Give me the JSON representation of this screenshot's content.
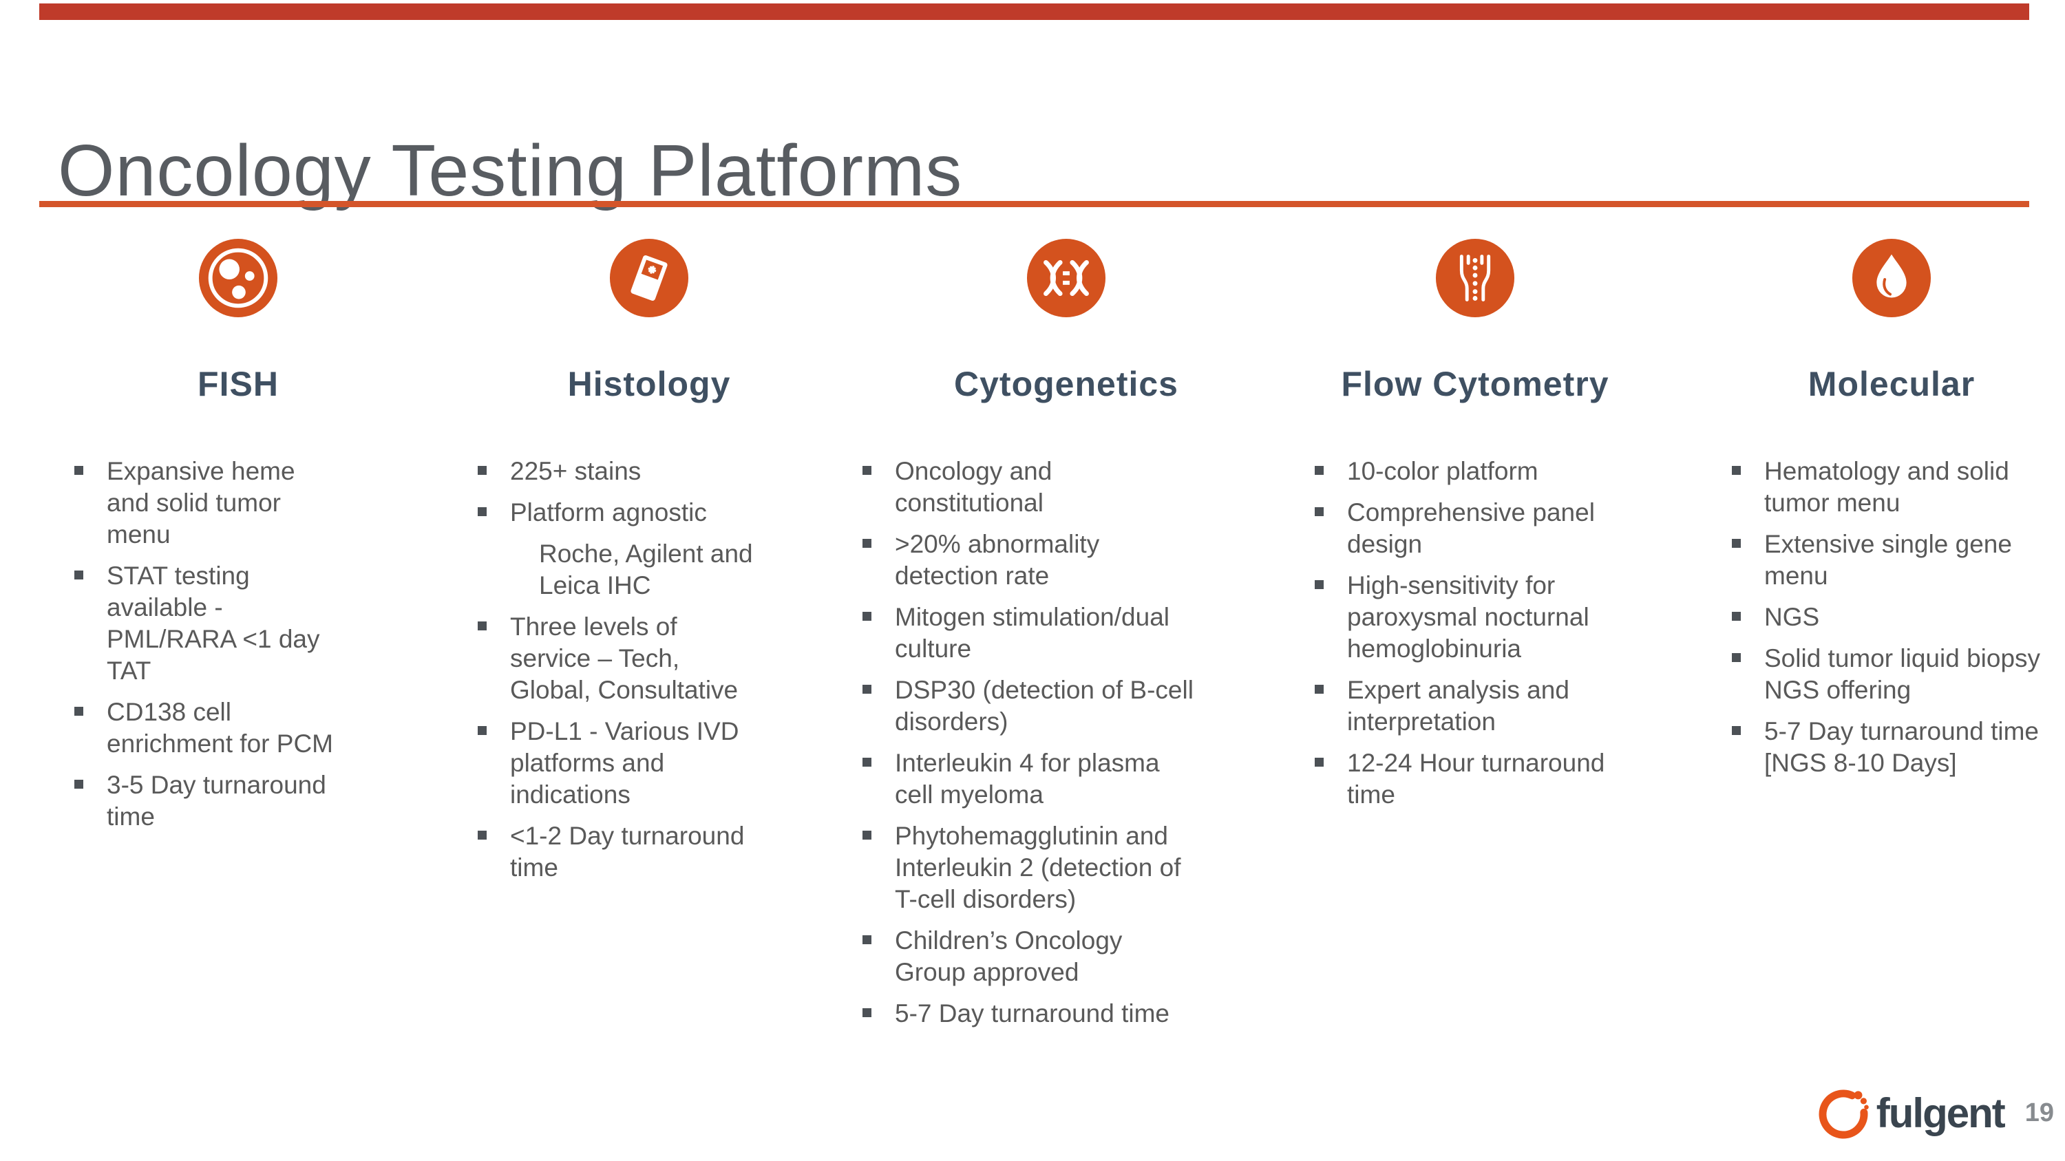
{
  "slide": {
    "title": "Oncology Testing Platforms",
    "page_number": "19",
    "logo_text": "fulgent",
    "colors": {
      "accent_orange": "#d4521e",
      "divider_orange": "#d4552a",
      "top_bar_red": "#bf3b2a",
      "heading_text": "#3f5062",
      "body_text": "#595959",
      "title_text": "#585c61",
      "logo_text": "#3a454f",
      "page_number_text": "#878b8f"
    },
    "columns": [
      {
        "id": "fish",
        "icon": "cell-culture-icon",
        "title": "FISH",
        "items": [
          {
            "style": "bullet",
            "text": "Expansive heme and solid tumor menu"
          },
          {
            "style": "bullet",
            "text": "STAT testing available - PML/RARA <1 day TAT"
          },
          {
            "style": "bullet",
            "text": "CD138 cell enrichment for PCM"
          },
          {
            "style": "bullet",
            "text": "3-5 Day turnaround time"
          }
        ]
      },
      {
        "id": "histology",
        "icon": "microscope-slide-icon",
        "title": "Histology",
        "items": [
          {
            "style": "bullet",
            "text": "225+ stains"
          },
          {
            "style": "bullet",
            "text": "Platform agnostic"
          },
          {
            "style": "sub",
            "text": "Roche, Agilent and Leica IHC"
          },
          {
            "style": "bullet",
            "text": "Three levels of service – Tech, Global, Consultative"
          },
          {
            "style": "bullet",
            "text": "PD-L1 - Various IVD platforms and indications"
          },
          {
            "style": "bullet",
            "text": "<1-2 Day turnaround time"
          }
        ]
      },
      {
        "id": "cytogenetics",
        "icon": "chromosomes-icon",
        "title": "Cytogenetics",
        "items": [
          {
            "style": "bullet",
            "text": "Oncology and constitutional"
          },
          {
            "style": "bullet",
            "text": ">20% abnormality detection rate"
          },
          {
            "style": "bullet",
            "text": "Mitogen stimulation/dual culture"
          },
          {
            "style": "bullet",
            "text": "DSP30 (detection of B-cell disorders)"
          },
          {
            "style": "bullet",
            "text": "Interleukin 4 for plasma cell myeloma"
          },
          {
            "style": "bullet",
            "text": "Phytohemagglutinin and Interleukin 2 (detection of T-cell disorders)"
          },
          {
            "style": "bullet",
            "text": "Children’s Oncology Group approved"
          },
          {
            "style": "bullet",
            "text": "5-7 Day turnaround time"
          }
        ]
      },
      {
        "id": "flow-cytometry",
        "icon": "flow-cell-icon",
        "title": "Flow Cytometry",
        "items": [
          {
            "style": "bullet",
            "text": "10-color platform"
          },
          {
            "style": "bullet",
            "text": "Comprehensive panel design"
          },
          {
            "style": "bullet",
            "text": "High-sensitivity for paroxysmal nocturnal hemoglobinuria"
          },
          {
            "style": "bullet",
            "text": "Expert analysis and interpretation"
          },
          {
            "style": "bullet",
            "text": "12-24 Hour turnaround time"
          }
        ]
      },
      {
        "id": "molecular",
        "icon": "droplet-icon",
        "title": "Molecular",
        "items": [
          {
            "style": "bullet",
            "text": "Hematology and solid tumor menu"
          },
          {
            "style": "bullet",
            "text": "Extensive single gene menu"
          },
          {
            "style": "bullet",
            "text": "NGS"
          },
          {
            "style": "bullet",
            "text": "Solid tumor liquid biopsy NGS offering"
          },
          {
            "style": "bullet",
            "text": "5-7 Day turnaround time [NGS 8-10 Days]"
          }
        ]
      }
    ]
  }
}
